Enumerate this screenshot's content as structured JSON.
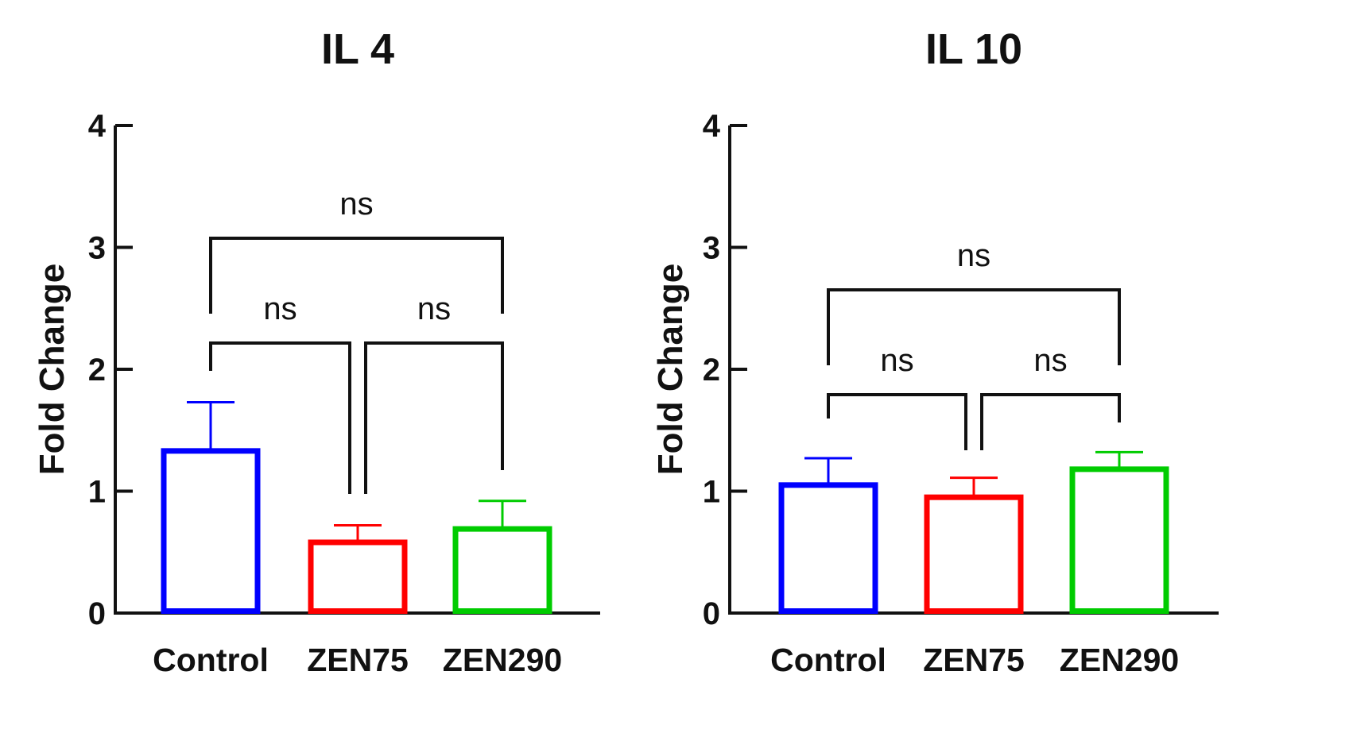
{
  "chart_data": [
    {
      "type": "bar",
      "title": "IL 4",
      "ylabel": "Fold Change",
      "ylim": [
        0,
        4
      ],
      "yticks": [
        "0",
        "1",
        "2",
        "3",
        "4"
      ],
      "categories": [
        "Control",
        "ZEN75",
        "ZEN290"
      ],
      "values": [
        1.33,
        0.58,
        0.69
      ],
      "errors": [
        0.4,
        0.14,
        0.23
      ],
      "colors": [
        "#0000ff",
        "#ff0000",
        "#00cc00"
      ],
      "comparisons": [
        {
          "from": 0,
          "to": 1,
          "label": "ns",
          "level": "low"
        },
        {
          "from": 1,
          "to": 2,
          "label": "ns",
          "level": "low"
        },
        {
          "from": 0,
          "to": 2,
          "label": "ns",
          "level": "high"
        }
      ]
    },
    {
      "type": "bar",
      "title": "IL 10",
      "ylabel": "Fold Change",
      "ylim": [
        0,
        4
      ],
      "yticks": [
        "0",
        "1",
        "2",
        "3",
        "4"
      ],
      "categories": [
        "Control",
        "ZEN75",
        "ZEN290"
      ],
      "values": [
        1.05,
        0.95,
        1.18
      ],
      "errors": [
        0.22,
        0.16,
        0.14
      ],
      "colors": [
        "#0000ff",
        "#ff0000",
        "#00cc00"
      ],
      "comparisons": [
        {
          "from": 0,
          "to": 1,
          "label": "ns",
          "level": "low"
        },
        {
          "from": 1,
          "to": 2,
          "label": "ns",
          "level": "low"
        },
        {
          "from": 0,
          "to": 2,
          "label": "ns",
          "level": "high"
        }
      ]
    }
  ]
}
